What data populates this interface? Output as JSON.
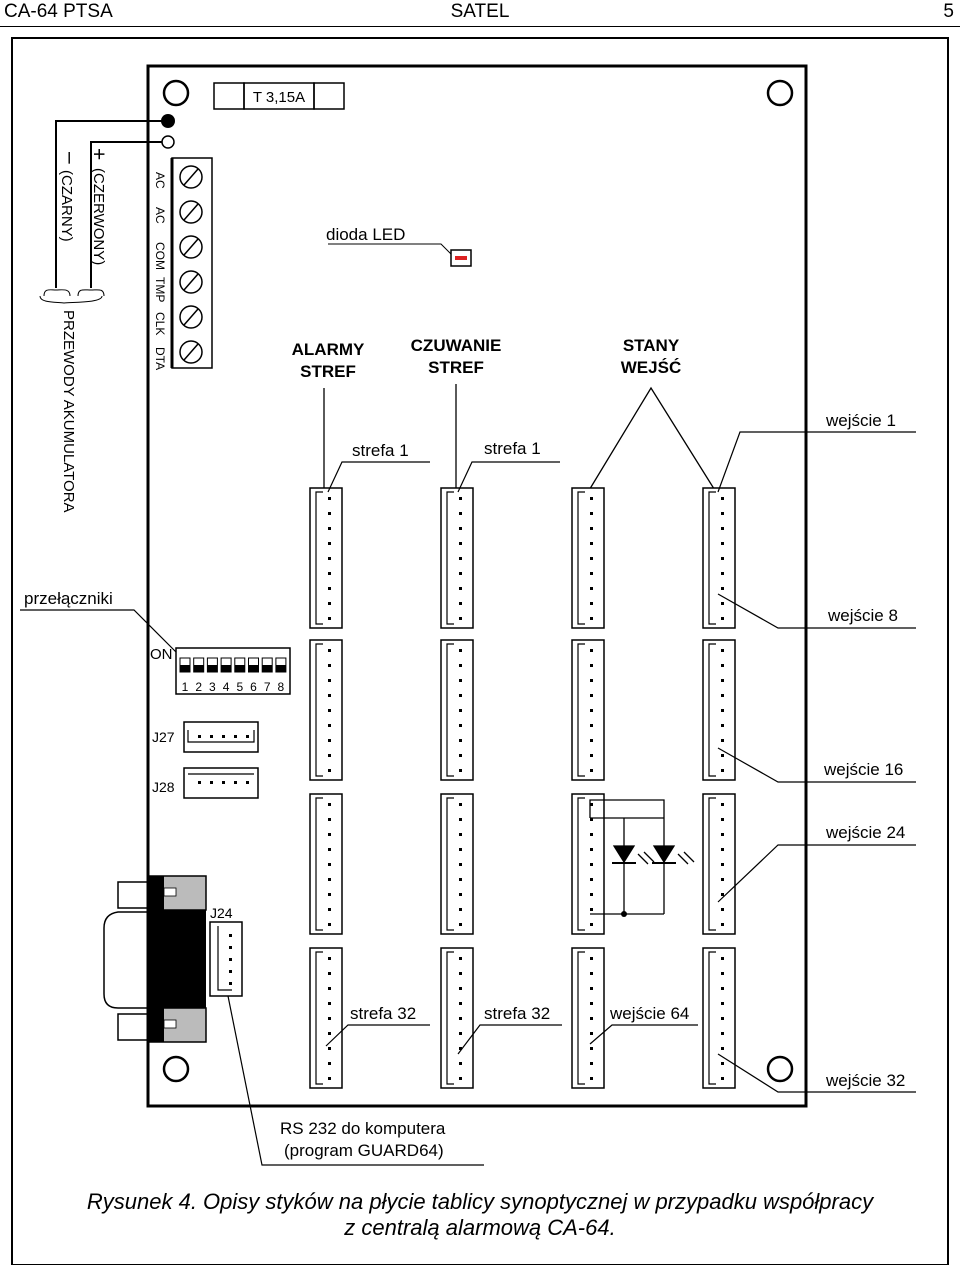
{
  "header": {
    "left": "CA-64 PTSA",
    "center": "SATEL",
    "right": "5"
  },
  "fuse": {
    "label": "T 3,15A"
  },
  "battery": {
    "minus": "–",
    "plus": "+",
    "minus_label": "(CZARNY)",
    "plus_label": "(CZERWONY)",
    "group_label": "PRZEWODY AKUMULATORA"
  },
  "terminals": [
    "AC",
    "AC",
    "COM",
    "TMP",
    "CLK",
    "DTA"
  ],
  "led": {
    "label": "dioda LED"
  },
  "columns": {
    "alarmy": [
      "ALARMY",
      "STREF"
    ],
    "czuwanie": [
      "CZUWANIE",
      "STREF"
    ],
    "stany": [
      "STANY",
      "WEJŚĆ"
    ]
  },
  "labels": {
    "strefa1_a": "strefa 1",
    "strefa1_b": "strefa 1",
    "strefa32_a": "strefa 32",
    "strefa32_b": "strefa 32",
    "wejscie1": "wejście 1",
    "wejscie8": "wejście 8",
    "wejscie16": "wejście 16",
    "wejscie24": "wejście 24",
    "wejscie64": "wejście 64",
    "wejscie32": "wejście 32",
    "przelaczniki": "przełączniki",
    "on": "ON",
    "j27": "J27",
    "j28": "J28",
    "j24": "J24"
  },
  "dip_numbers": [
    "1",
    "2",
    "3",
    "4",
    "5",
    "6",
    "7",
    "8"
  ],
  "rs232": [
    "RS 232 do komputera",
    "(program GUARD64)"
  ],
  "caption": [
    "Rysunek 4. Opisy styków na płycie tablicy synoptycznej w przypadku współpracy",
    "z centralą alarmową CA-64."
  ]
}
